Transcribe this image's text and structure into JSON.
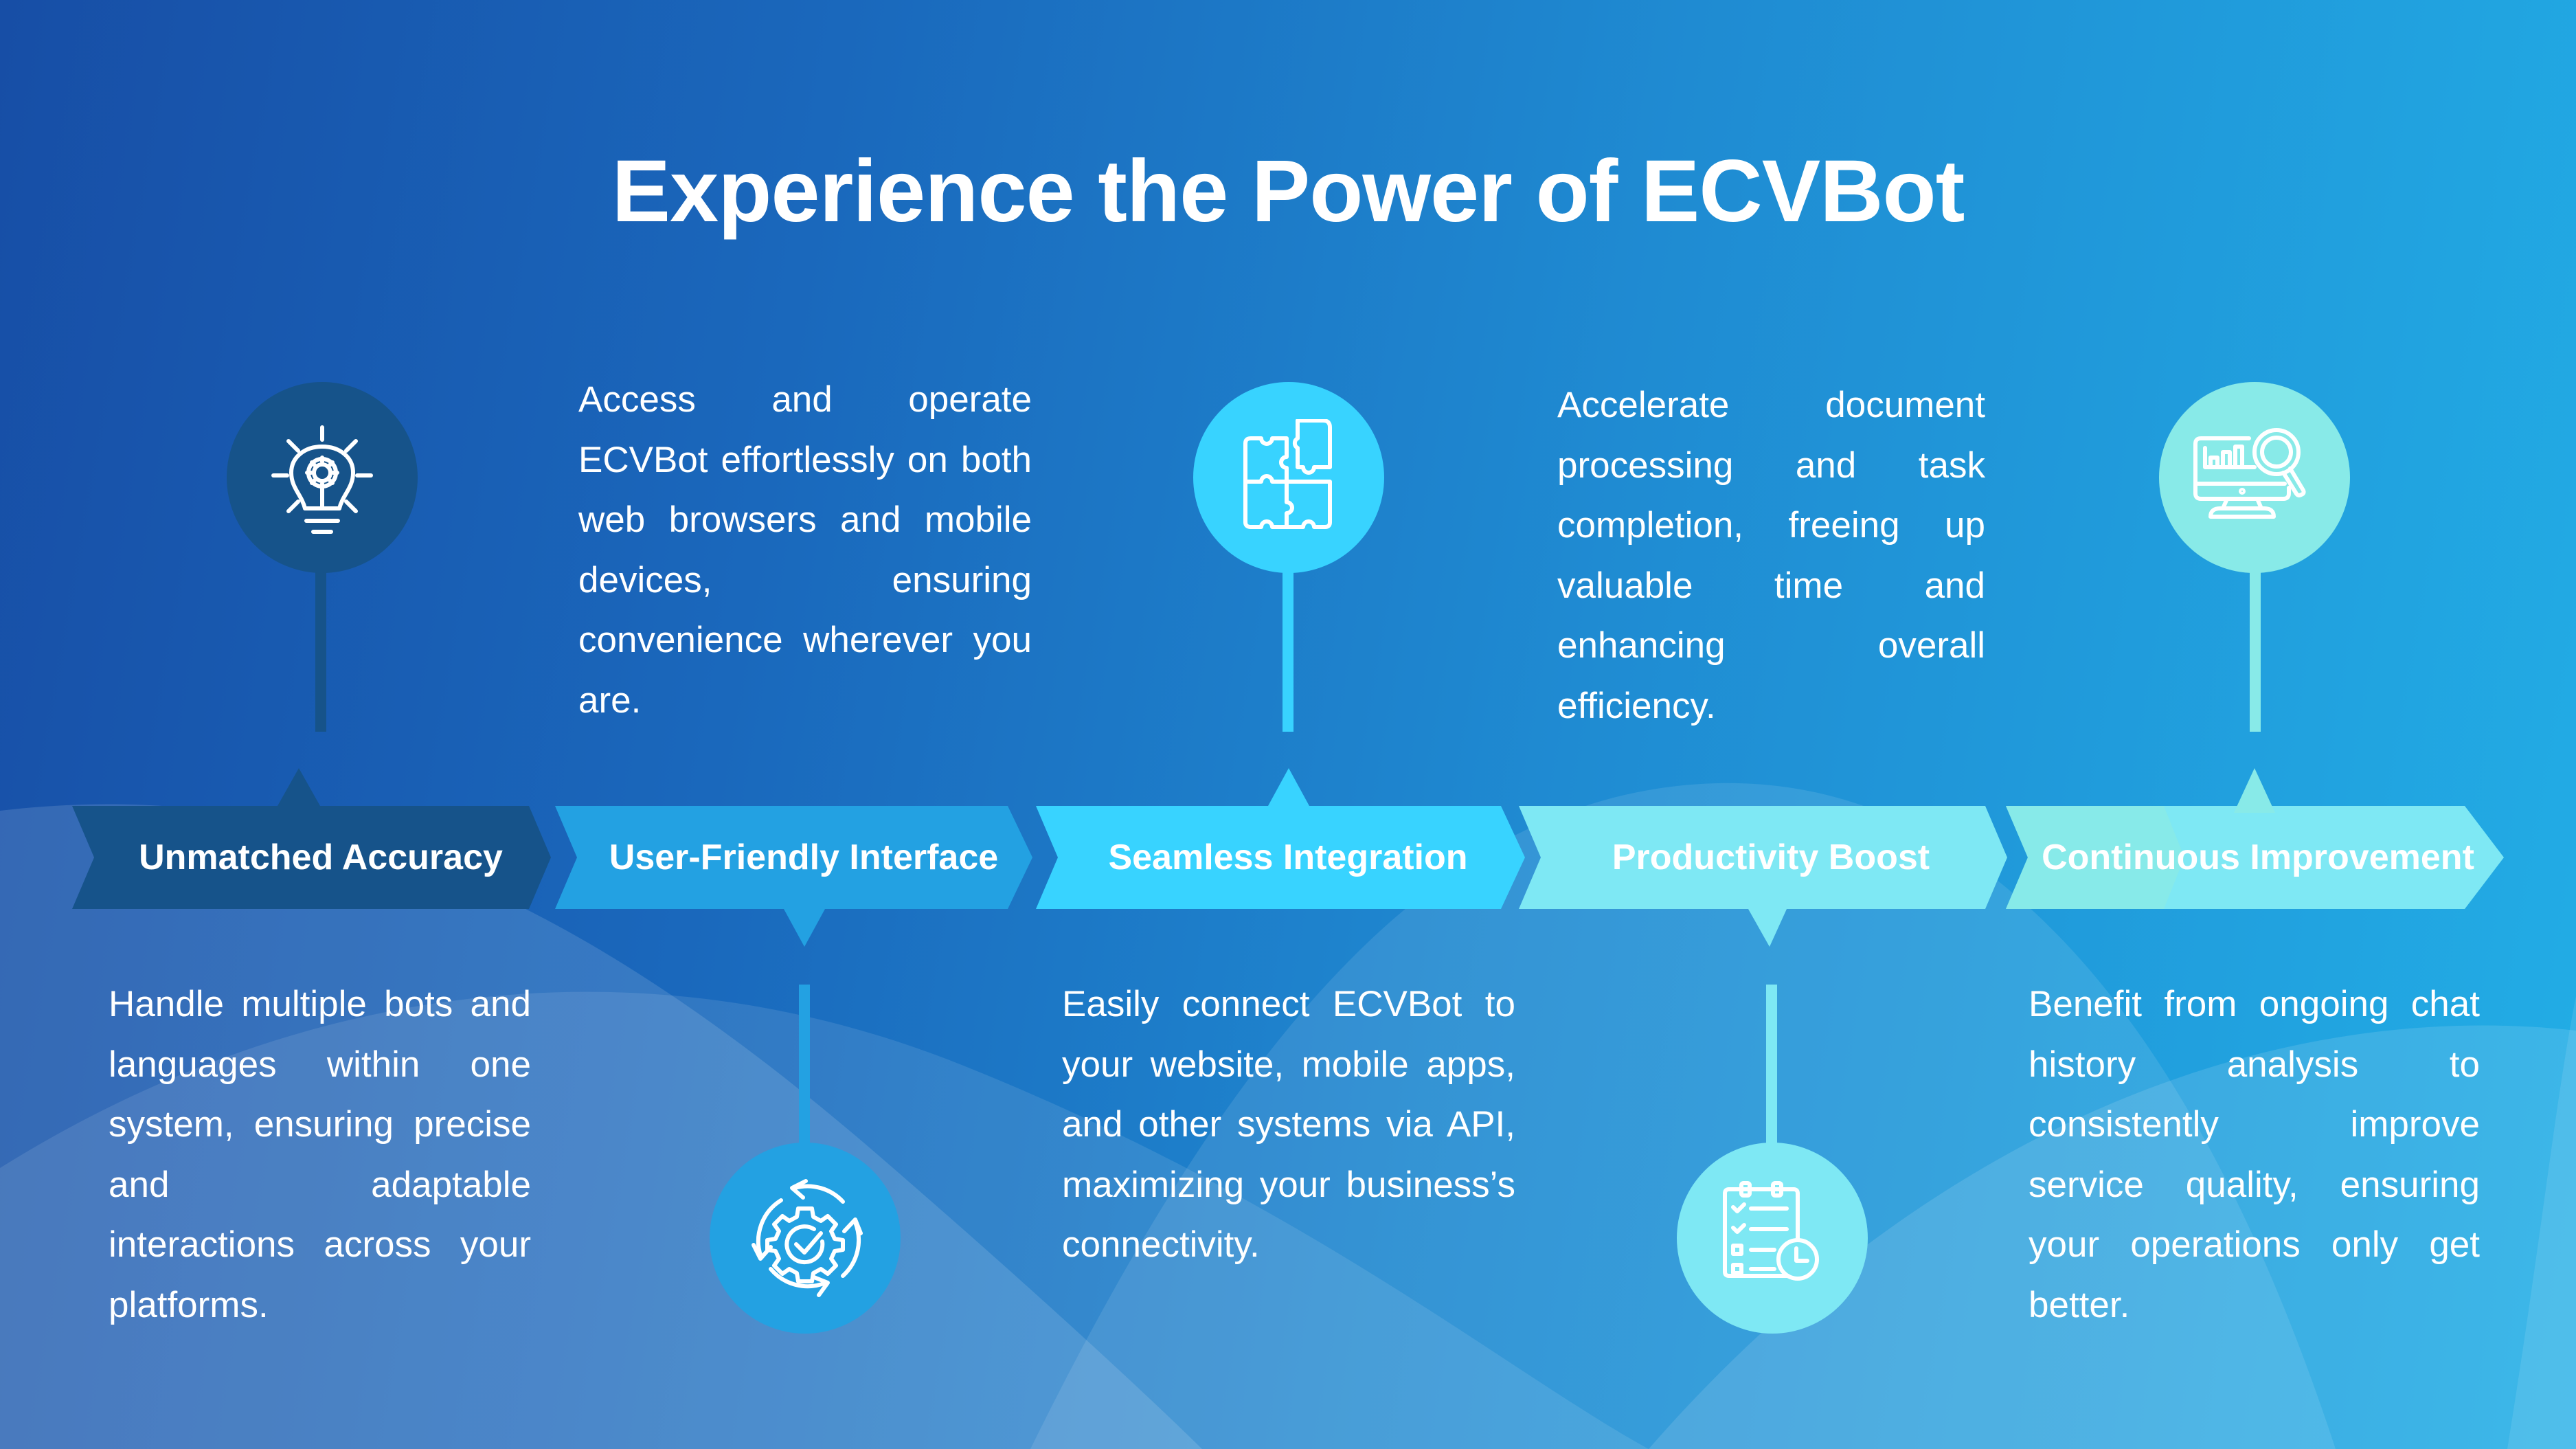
{
  "title": "Experience the Power of ECVBot",
  "colors": {
    "step1": "#16538a",
    "step2": "#23a1e2",
    "step3": "#38d3ff",
    "step4": "#7ee8f4",
    "step5": "#88eae8",
    "text": "#ffffff"
  },
  "steps": [
    {
      "label": "Unmatched Accuracy",
      "icon": "lightbulb-gear-icon",
      "position": "icon-top",
      "description": "Handle multiple bots and languages within one system, ensuring precise and adaptable interactions across your platforms."
    },
    {
      "label": "User-Friendly Interface",
      "icon": "gear-check-cycle-icon",
      "position": "icon-bottom",
      "description": "Access and operate ECVBot effortlessly on both web browsers and mobile devices, ensuring convenience wherever you are."
    },
    {
      "label": "Seamless Integration",
      "icon": "puzzle-pieces-icon",
      "position": "icon-top",
      "description": "Easily connect ECVBot to your website, mobile apps, and other systems via API, maximizing your business’s connectivity."
    },
    {
      "label": "Productivity Boost",
      "icon": "checklist-clock-icon",
      "position": "icon-bottom",
      "description": "Accelerate document processing and task completion, freeing up valuable time and enhancing overall efficiency."
    },
    {
      "label": "Continuous Improvement",
      "icon": "monitor-chart-search-icon",
      "position": "icon-top",
      "description": "Benefit from ongoing chat history analysis to consistently improve service quality, ensuring your operations only get better."
    }
  ]
}
